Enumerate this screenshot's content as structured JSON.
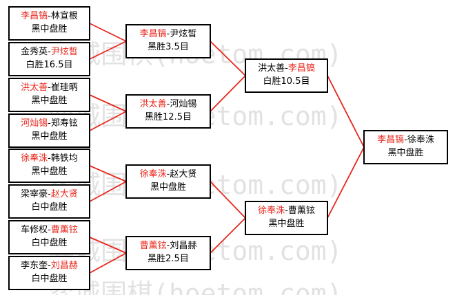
{
  "colors": {
    "winner": "#e8261c",
    "text": "#000000",
    "connector": "#e8261c",
    "watermark": "#dcdcdc"
  },
  "watermark": "弈城围棋(hoetom.com)",
  "round1": [
    {
      "winner": "李昌镐",
      "loser": "林宣根",
      "winner_first": true,
      "result": "黑中盘胜"
    },
    {
      "winner": "尹炫皙",
      "loser": "金秀英",
      "winner_first": false,
      "result": "白胜16.5目"
    },
    {
      "winner": "洪太善",
      "loser": "崔珪昞",
      "winner_first": true,
      "result": "黑中盘胜"
    },
    {
      "winner": "河灿锡",
      "loser": "郑寿铉",
      "winner_first": true,
      "result": "黑中盘胜"
    },
    {
      "winner": "徐奉洙",
      "loser": "韩铁均",
      "winner_first": true,
      "result": "黑中盘胜"
    },
    {
      "winner": "赵大贤",
      "loser": "梁宰豪",
      "winner_first": false,
      "result": "白中盘胜"
    },
    {
      "winner": "曹薰铉",
      "loser": "车修权",
      "winner_first": false,
      "result": "白中盘胜"
    },
    {
      "winner": "刘昌赫",
      "loser": "李东奎",
      "winner_first": false,
      "result": "白中盘胜"
    }
  ],
  "round2": [
    {
      "winner": "李昌镐",
      "loser": "尹炫皙",
      "winner_first": true,
      "result": "黑胜3.5目"
    },
    {
      "winner": "洪太善",
      "loser": "河灿锡",
      "winner_first": true,
      "result": "黑胜12.5目"
    },
    {
      "winner": "徐奉洙",
      "loser": "赵大贤",
      "winner_first": true,
      "result": "黑中盘胜"
    },
    {
      "winner": "曹薰铉",
      "loser": "刘昌赫",
      "winner_first": true,
      "result": "黑胜2.5目"
    }
  ],
  "round3": [
    {
      "winner": "李昌镐",
      "loser": "洪太善",
      "winner_first": false,
      "result": "白胜10.5目"
    },
    {
      "winner": "徐奉洙",
      "loser": "曹薰铉",
      "winner_first": true,
      "result": "黑中盘胜"
    }
  ],
  "final": [
    {
      "winner": "李昌镐",
      "loser": "徐奉洙",
      "winner_first": true,
      "result": "黑中盘胜"
    }
  ]
}
